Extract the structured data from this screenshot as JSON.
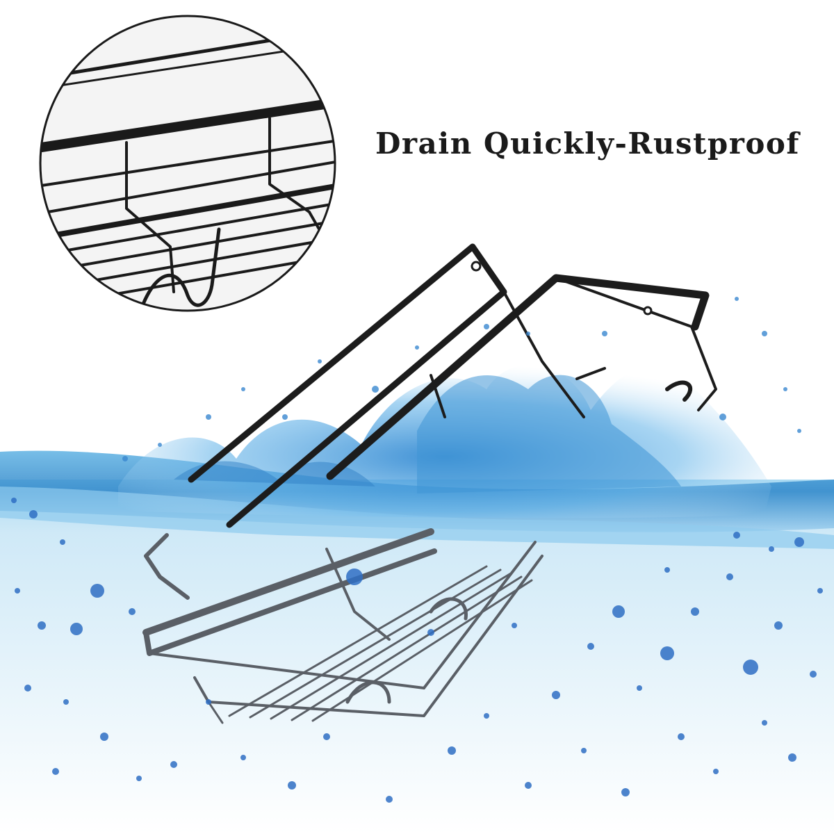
{
  "headline": "Drain Quickly-Rustproof",
  "colors": {
    "background": "#ffffff",
    "water_surface": "#7cc3e8",
    "water_deep": "#d6ecf8",
    "rack_metal": "#1c1c1c",
    "rack_underwater": "#5a5f66",
    "bubble": "#2f6fc4",
    "inset_fill": "#f4f4f4"
  },
  "scene": {
    "subject": "shower-caddy-rack",
    "inset": "rack-wire-detail-zoom"
  }
}
